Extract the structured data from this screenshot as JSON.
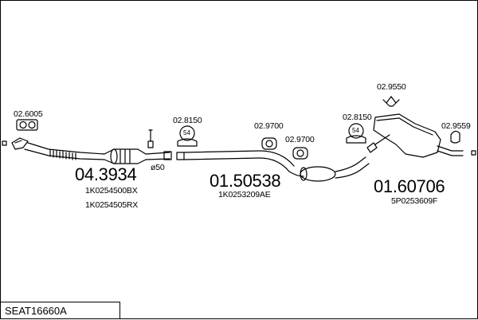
{
  "diagram_title": "SEAT16660A",
  "groups": [
    {
      "main_code": "04.3934",
      "part_numbers": [
        "1K0254500BX",
        "1K0254505RX"
      ]
    },
    {
      "main_code": "01.50538",
      "part_numbers": [
        "1K0253209AE"
      ]
    },
    {
      "main_code": "01.60706",
      "part_numbers": [
        "5P0253609F"
      ]
    }
  ],
  "accessories": {
    "gasket_front": "02.6005",
    "clamp_1": "02.8150",
    "hanger_1": "02.9700",
    "hanger_2": "02.9700",
    "clamp_2": "02.8150",
    "hanger_3": "02.9550",
    "hanger_4": "02.9559"
  },
  "clamp_size_label": "54",
  "pipe_diameter_label": "ø50"
}
